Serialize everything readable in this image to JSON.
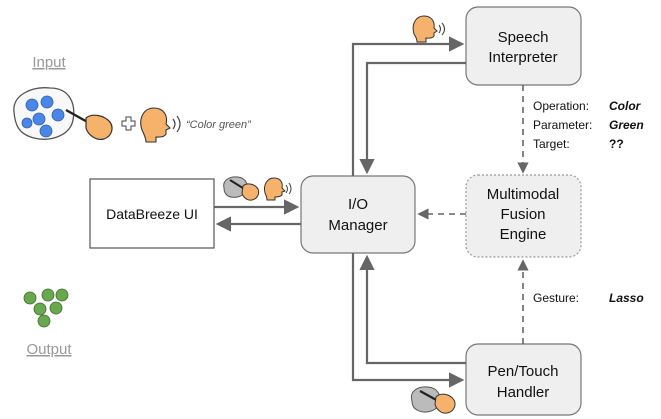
{
  "legend": {
    "input_label": "Input",
    "output_label": "Output",
    "input_quote": "“Color green”"
  },
  "nodes": {
    "speech_interpreter": [
      "Speech",
      "Interpreter"
    ],
    "io_manager": [
      "I/O",
      "Manager"
    ],
    "fusion_engine": [
      "Multimodal",
      "Fusion",
      "Engine"
    ],
    "pen_touch_handler": [
      "Pen/Touch",
      "Handler"
    ],
    "databreeze_ui": "DataBreeze UI"
  },
  "speech_annotations": {
    "operation_key": "Operation:",
    "operation_value": "Color",
    "parameter_key": "Parameter:",
    "parameter_value": "Green",
    "target_key": "Target:",
    "target_value": "??"
  },
  "gesture_annotation": {
    "key": "Gesture:",
    "value": "Lasso"
  },
  "colors": {
    "box_fill": "#efefef",
    "box_stroke": "#777777",
    "arrow": "#666666",
    "dot_blue": "#4a86e8",
    "dot_green": "#6aa84f",
    "skin": "#f6b26b",
    "label_gray": "#999999"
  },
  "icons": [
    "speaking-head-icon",
    "pen-hand-icon",
    "plus-icon",
    "lasso-icon"
  ]
}
